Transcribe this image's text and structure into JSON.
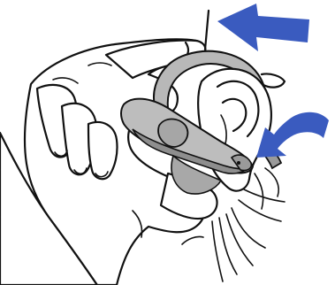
{
  "figure": {
    "description_visible_text": "",
    "colors": {
      "arrow": "#3a5bbf",
      "headset_light": "#c9c9c9",
      "headset_mid": "#9a9a9a",
      "headset_dark": "#7a7a7a",
      "line": "#111111",
      "background": "#ffffff"
    },
    "icons": [
      "hand",
      "ear",
      "ear-hook",
      "headset",
      "arrow-left",
      "arrow-curved"
    ]
  }
}
